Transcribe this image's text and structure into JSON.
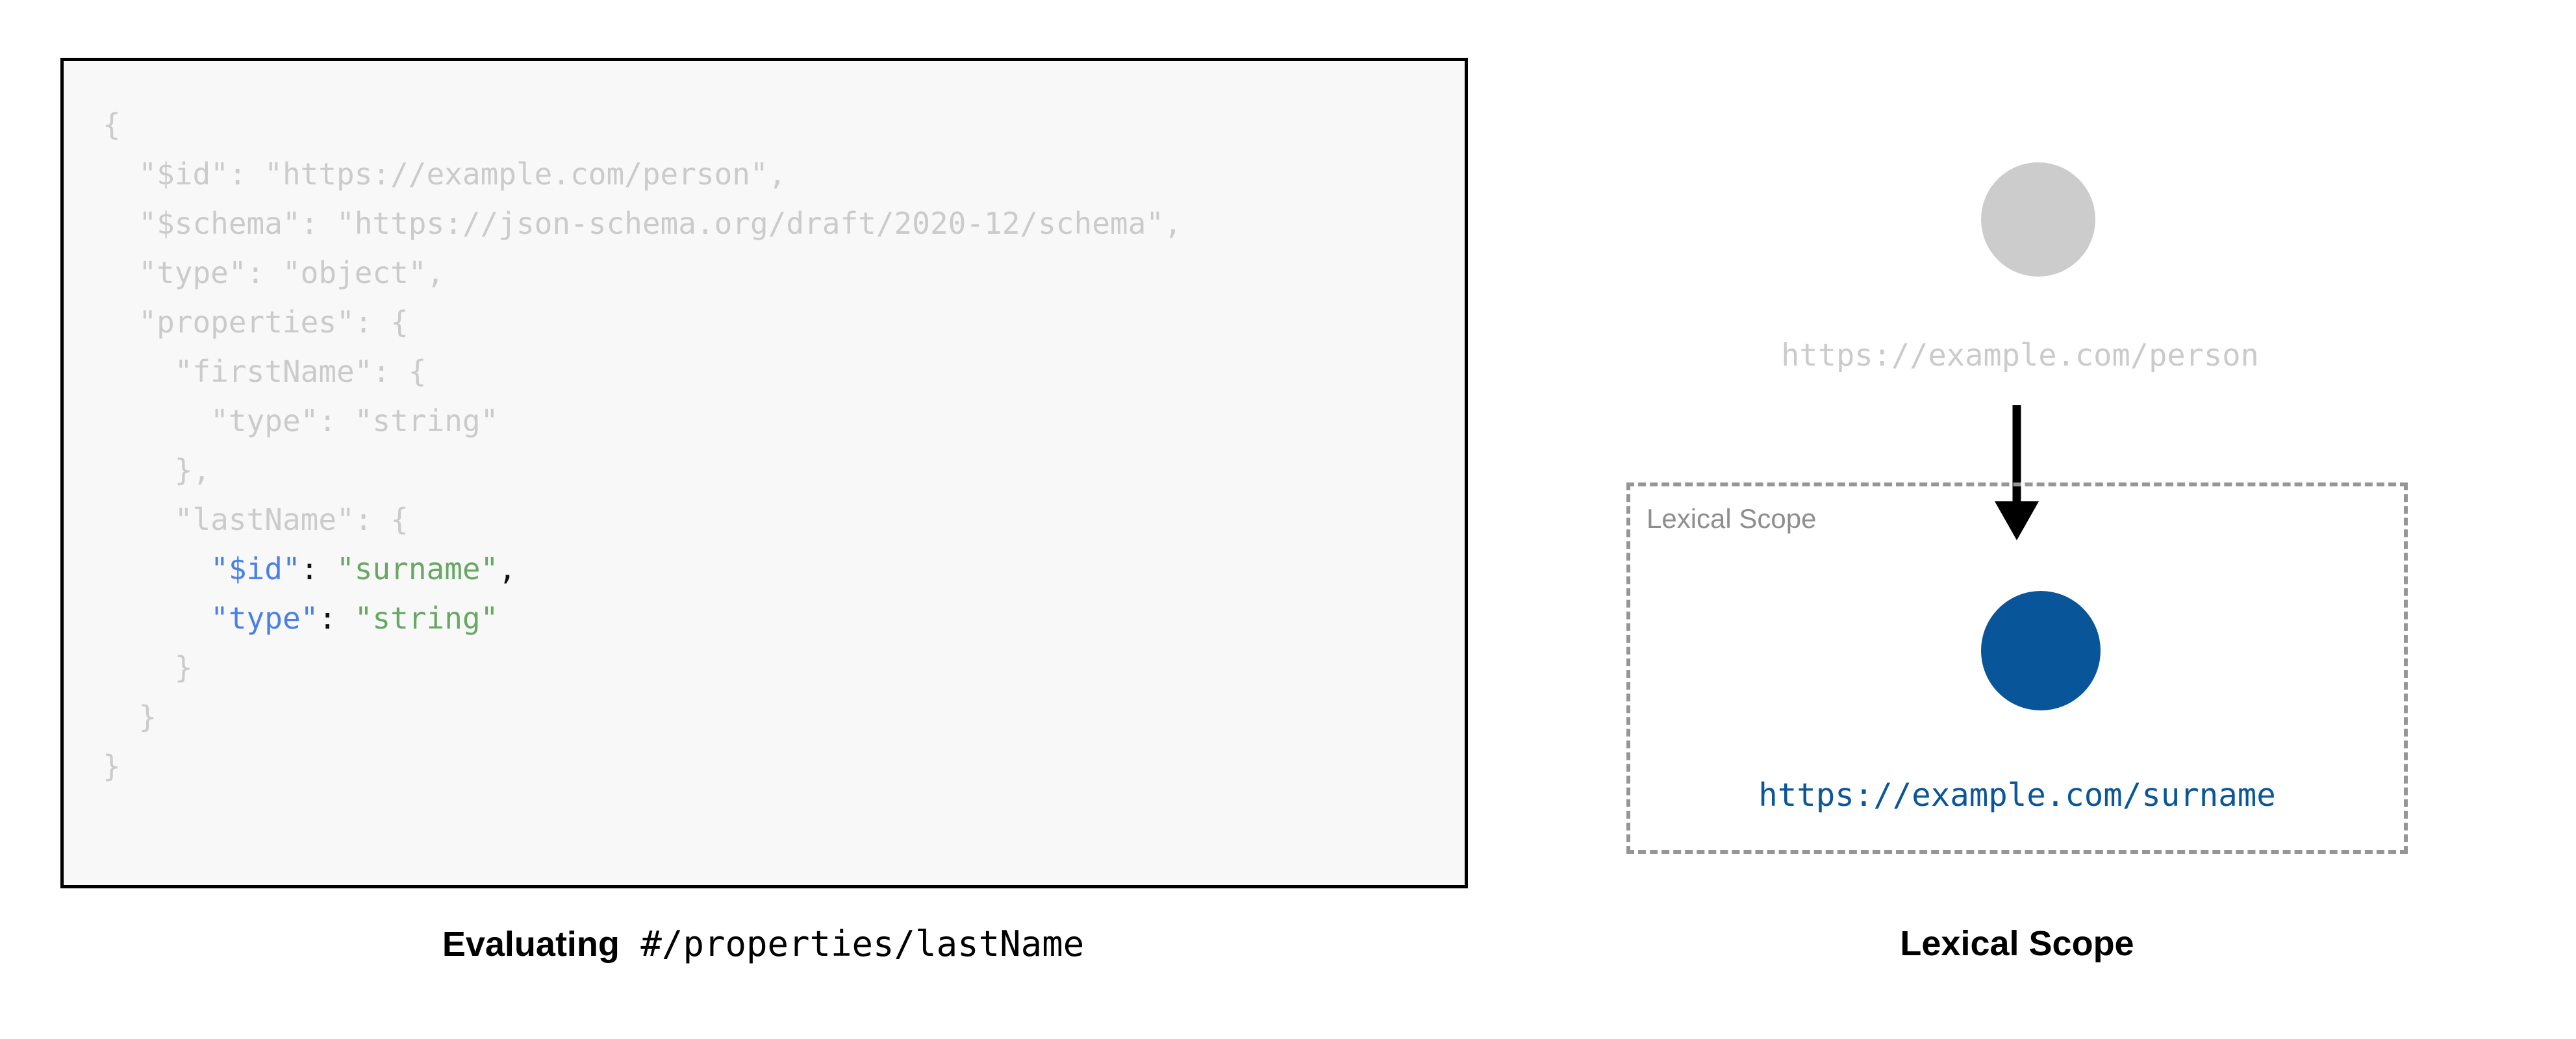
{
  "figure": {
    "type": "json-schema-lexical-scope-diagram"
  },
  "left_panel": {
    "code_block": {
      "language": "json",
      "lines": [
        {
          "indent": 0,
          "text": "{",
          "style": "dim"
        },
        {
          "indent": 1,
          "text": "\"$id\": \"https://example.com/person\",",
          "style": "dim"
        },
        {
          "indent": 1,
          "text": "\"$schema\": \"https://json-schema.org/draft/2020-12/schema\",",
          "style": "dim"
        },
        {
          "indent": 1,
          "text": "\"type\": \"object\",",
          "style": "dim"
        },
        {
          "indent": 1,
          "text": "\"properties\": {",
          "style": "dim"
        },
        {
          "indent": 2,
          "text": "\"firstName\": {",
          "style": "dim"
        },
        {
          "indent": 3,
          "text": "\"type\": \"string\"",
          "style": "dim"
        },
        {
          "indent": 2,
          "text": "},",
          "style": "dim"
        },
        {
          "indent": 2,
          "text": "\"lastName\": {",
          "style": "dim"
        },
        {
          "indent": 3,
          "text": "\"$id\": \"surname\",",
          "style": "highlight"
        },
        {
          "indent": 3,
          "text": "\"type\": \"string\"",
          "style": "highlight"
        },
        {
          "indent": 2,
          "text": "}",
          "style": "dim"
        },
        {
          "indent": 1,
          "text": "}",
          "style": "dim"
        },
        {
          "indent": 0,
          "text": "}",
          "style": "dim"
        }
      ],
      "highlighted_tokens": {
        "keys": [
          "\"$id\"",
          "\"type\""
        ],
        "values": [
          "\"surname\"",
          "\"string\""
        ]
      },
      "background_color": "#f8f8f8",
      "border_color": "#000000",
      "dim_color": "#cbcbcb",
      "key_color": "#4a7fe8",
      "string_color": "#68a863",
      "punctuation_color": "#101010"
    },
    "caption": {
      "bold_part": "Evaluating",
      "mono_part": "#/properties/lastName"
    }
  },
  "right_panel": {
    "root_node": {
      "label": "https://example.com/person",
      "circle_color": "#cccccc",
      "label_color": "#cbcbcb"
    },
    "arrow": {
      "color": "#000000"
    },
    "lexical_scope_box": {
      "label": "Lexical Scope",
      "border_color": "#969696",
      "border_style": "dashed",
      "label_color": "#8e8e8e"
    },
    "scoped_node": {
      "label": "https://example.com/surname",
      "circle_color": "#08559a",
      "label_color": "#0a5699"
    },
    "caption": {
      "text": "Lexical Scope"
    }
  }
}
